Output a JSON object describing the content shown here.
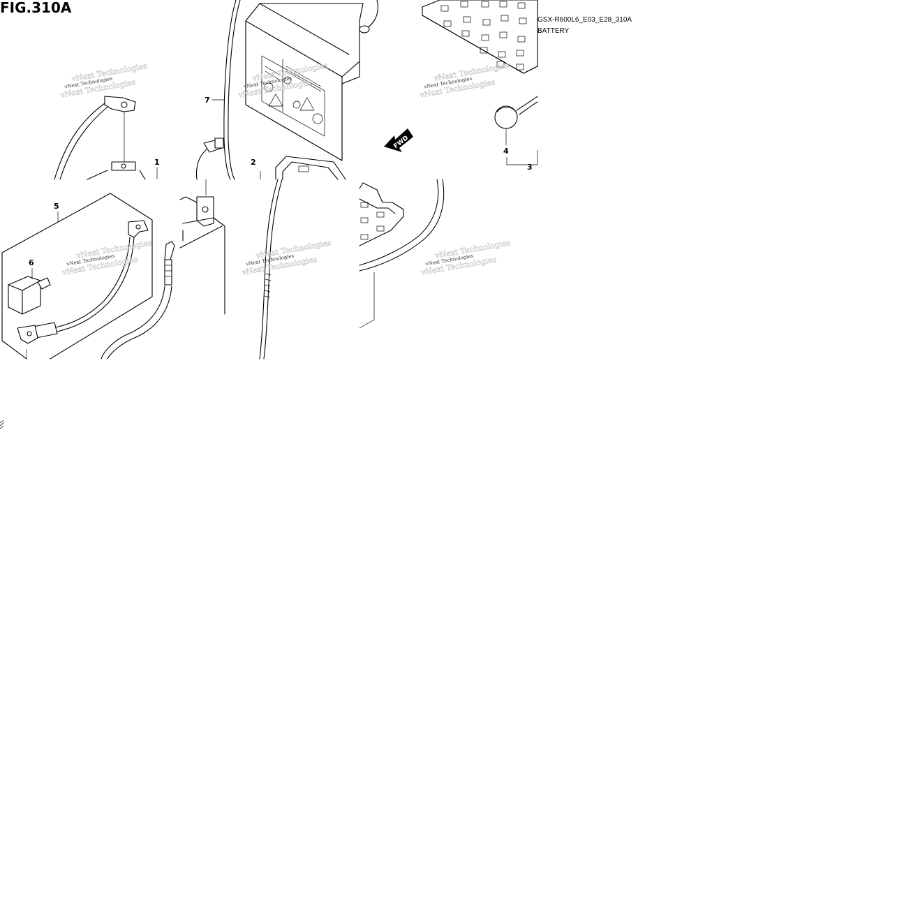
{
  "figure": {
    "title": "FIG.310A",
    "model_code": "GSX-R600L6_E03_E28_310A",
    "group_name": "BATTERY"
  },
  "watermark": {
    "text": "vNext Technologies"
  },
  "fwd_arrow": {
    "label": "FWD"
  },
  "callouts": {
    "c1": "1",
    "c2": "2",
    "c3": "3",
    "c4": "4",
    "c5": "5",
    "c6": "6",
    "c7": "7"
  },
  "colors": {
    "line": "#000000",
    "background": "#ffffff",
    "watermark_ghost": "#c8c8c8"
  }
}
